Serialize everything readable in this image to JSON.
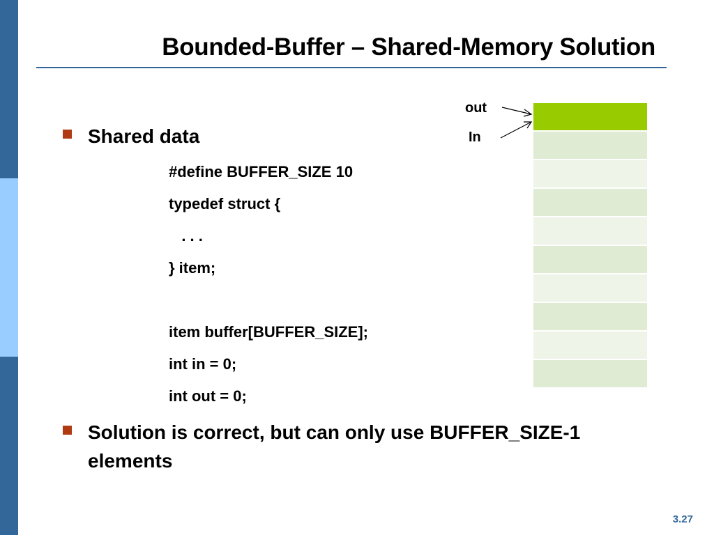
{
  "slide": {
    "title": "Bounded-Buffer – Shared-Memory Solution",
    "page_number": "3.27",
    "accent_color": "#336699",
    "accent_light": "#99ccff",
    "bullet_color": "#b03a12"
  },
  "bullets": [
    {
      "text": "Shared data"
    },
    {
      "text": "Solution is correct, but can only use BUFFER_SIZE-1 elements"
    }
  ],
  "code": {
    "lines": [
      "#define BUFFER_SIZE 10",
      "typedef struct {",
      "   . . .",
      "} item;",
      "item buffer[BUFFER_SIZE];",
      "int in = 0;",
      "int out = 0;"
    ]
  },
  "buffer_diagram": {
    "slot_count": 10,
    "highlight_color": "#99cc00",
    "pointer_labels": {
      "out": "out",
      "in": "In"
    }
  }
}
